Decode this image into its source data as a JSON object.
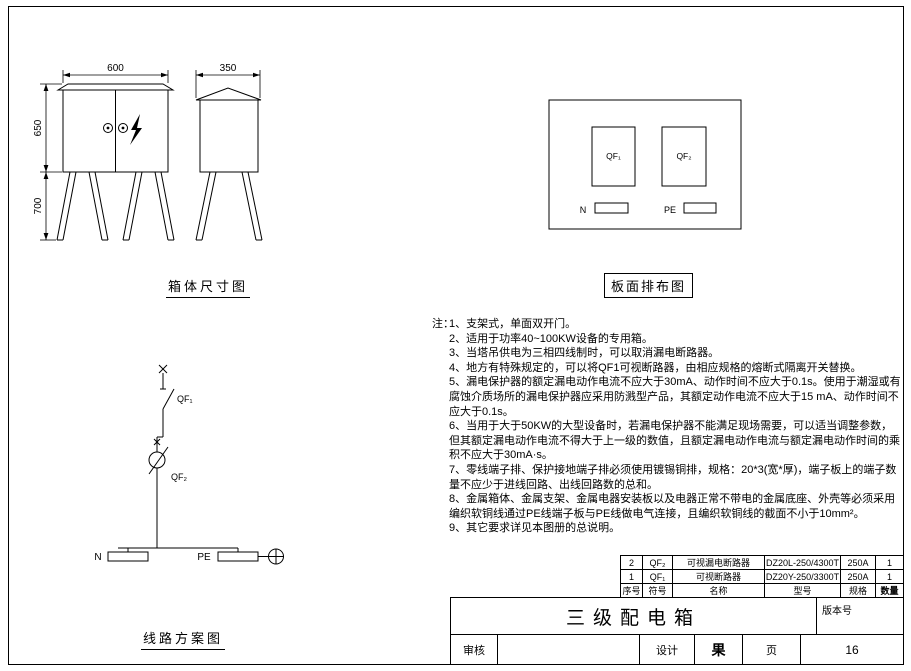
{
  "cabinet": {
    "title": "箱体尺寸图",
    "dims": {
      "width": "600",
      "depth": "350",
      "body_height": "650",
      "leg_height": "700"
    }
  },
  "panel": {
    "title": "板面排布图",
    "qf1": "QF₁",
    "qf2": "QF₂",
    "n": "N",
    "pe": "PE"
  },
  "circuit": {
    "title": "线路方案图",
    "qf1": "QF₁",
    "qf2": "QF₂",
    "n": "N",
    "pe": "PE"
  },
  "notes": {
    "label": "注：",
    "items": [
      "1、支架式，单面双开门。",
      "2、适用于功率40~100KW设备的专用箱。",
      "3、当塔吊供电为三相四线制时，可以取消漏电断路器。",
      "4、地方有特殊规定的，可以将QF1可视断路器，由相应规格的熔断式隔离开关替换。",
      "5、漏电保护器的额定漏电动作电流不应大于30mA、动作时间不应大于0.1s。使用于潮湿或有腐蚀介质场所的漏电保护器应采用防溅型产品，其额定动作电流不应大于15 mA、动作时间不应大于0.1s。",
      "6、当用于大于50KW的大型设备时，若漏电保护器不能满足现场需要，可以适当调整参数，但其额定漏电动作电流不得大于上一级的数值，且额定漏电动作电流与额定漏电动作时间的乘积不应大于30mA·s。",
      "7、零线端子排、保护接地端子排必须使用镀锡铜排，规格：20*3(宽*厚)，端子板上的端子数量不应少于进线回路、出线回路数的总和。",
      "8、金属箱体、金属支架、金属电器安装板以及电器正常不带电的金属底座、外壳等必须采用编织软铜线通过PE线端子板与PE线做电气连接，且编织软铜线的截面不小于10mm²。",
      "9、其它要求详见本图册的总说明。"
    ]
  },
  "parts": {
    "header": {
      "seq": "序号",
      "symbol": "符号",
      "name": "名称",
      "model": "型号",
      "spec": "规格",
      "qty": "数量"
    },
    "rows": [
      {
        "seq": "2",
        "symbol": "QF₂",
        "name": "可视漏电断路器",
        "model": "DZ20L-250/4300T",
        "spec": "250A",
        "qty": "1"
      },
      {
        "seq": "1",
        "symbol": "QF₁",
        "name": "可视断路器",
        "model": "DZ20Y-250/3300T",
        "spec": "250A",
        "qty": "1"
      }
    ]
  },
  "title_block": {
    "title": "三级配电箱",
    "version_label": "版本号",
    "review_label": "审核",
    "design_label": "设计",
    "designer": "果",
    "page_label": "页",
    "page_number": "16"
  }
}
